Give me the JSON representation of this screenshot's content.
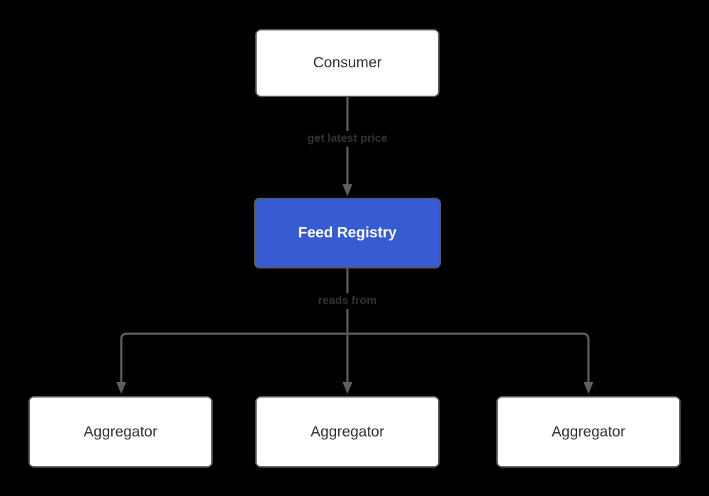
{
  "diagram": {
    "type": "flowchart",
    "background_color": "#000000",
    "edge_color": "#5e5e5e",
    "node_border_color": "#565656",
    "accent_color": "#375bd2",
    "node_text_color": "#333333",
    "accent_text_color": "#ffffff",
    "edge_label_text_color": "#333333",
    "nodes": {
      "consumer": {
        "label": "Consumer",
        "fill": "#ffffff"
      },
      "feed_registry": {
        "label": "Feed Registry",
        "fill": "#375bd2"
      },
      "aggregator1": {
        "label": "Aggregator",
        "fill": "#ffffff"
      },
      "aggregator2": {
        "label": "Aggregator",
        "fill": "#ffffff"
      },
      "aggregator3": {
        "label": "Aggregator",
        "fill": "#ffffff"
      }
    },
    "edges": {
      "consumer_to_feed_registry": {
        "label": "get latest price",
        "from": "Consumer",
        "to": "Feed Registry"
      },
      "feed_registry_to_aggregators": {
        "label": "reads from",
        "from": "Feed Registry",
        "to": "Aggregator"
      }
    }
  }
}
